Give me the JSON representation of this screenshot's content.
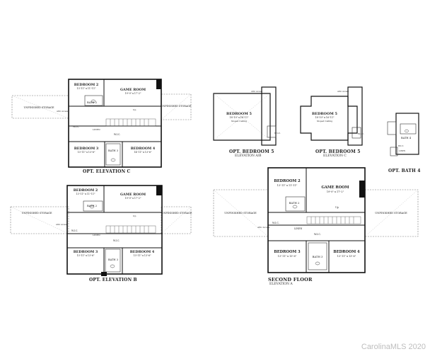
{
  "plans": {
    "elev_c": {
      "caption": "OPT. ELEVATION C",
      "bedroom2": "BEDROOM 2",
      "bedroom2_dim": "13'-11\" x 11'-11\"",
      "bath2": "BATH 2",
      "gameroom": "GAME ROOM",
      "gameroom_dim": "19'-0\" x 17'-2\"",
      "bedroom3": "BEDROOM 3",
      "bedroom3_dim": "13'-11\" x 13'-6\"",
      "bedroom4": "BEDROOM 4",
      "bedroom4_dim": "14'-11\" x 13'-6\"",
      "bath3": "BATH 3",
      "storage_l": "UNFINISHED STORAGE",
      "storage_r": "UNFINISHED STORAGE",
      "wic": "W.I.C.",
      "linen": "LINEN",
      "wic2": "W.I.C.",
      "attic": "Attic Access",
      "up": "Up"
    },
    "elev_b": {
      "caption": "OPT. ELEVATION B",
      "bedroom2": "BEDROOM 2",
      "bedroom2_dim": "13'-11\" x 11'-11\"",
      "bath2": "BATH 2",
      "gameroom": "GAME ROOM",
      "gameroom_dim": "19'-0\" x 17'-2\"",
      "bedroom3": "BEDROOM 3",
      "bedroom3_dim": "13'-11\" x 13'-6\"",
      "bedroom4": "BEDROOM 4",
      "bedroom4_dim": "13'-11\" x 13'-6\"",
      "bath3": "BATH 3",
      "storage_l": "UNFINISHED STORAGE",
      "storage_r": "UNFINISHED STORAGE",
      "wic": "W.I.C.",
      "linen": "LINEN",
      "wic2": "W.I.C.",
      "attic": "Attic Access",
      "up": "Up"
    },
    "second_floor": {
      "caption": "SECOND FLOOR",
      "sub": "ELEVATION A",
      "bedroom2": "BEDROOM 2",
      "bedroom2_dim": "13'-11\" x 11'-11\"",
      "bath2": "BATH 2",
      "gameroom": "GAME ROOM",
      "gameroom_dim": "19'-0\" x 17'-2\"",
      "bedroom3": "BEDROOM 3",
      "bedroom3_dim": "13'-11\" x 13'-6\"",
      "bedroom4": "BEDROOM 4",
      "bedroom4_dim": "13'-11\" x 13'-6\"",
      "bath3": "BATH 3",
      "storage_l": "UNFINISHED STORAGE",
      "storage_r": "UNFINISHED STORAGE",
      "wic": "W.I.C.",
      "linen": "LINEN",
      "wic2": "W.I.C.",
      "attic": "Attic Access",
      "up": "Up"
    },
    "opt_bed5_ab": {
      "caption": "OPT. BEDROOM 5",
      "sub": "ELEVATION A/B",
      "bedroom5": "BEDROOM 5",
      "bedroom5_dim": "18'-10\" x 16'-11\"",
      "ceiling": "Sloped Ceiling",
      "wic": "W.I.C.",
      "attic": "Attic Access"
    },
    "opt_bed5_c": {
      "caption": "OPT. BEDROOM 5",
      "sub": "ELEVATION C",
      "bedroom5": "BEDROOM 5",
      "bedroom5_dim": "18'-10\" x 16'-11\"",
      "ceiling": "Sloped Ceiling",
      "wic": "W.I.C.",
      "attic": "Attic Access"
    },
    "opt_bath4": {
      "caption": "OPT. BATH 4",
      "bath4": "BATH 4",
      "wic": "W.I.C.",
      "linen": "LINEN"
    }
  },
  "watermark": "CarolinaMLS 2020"
}
